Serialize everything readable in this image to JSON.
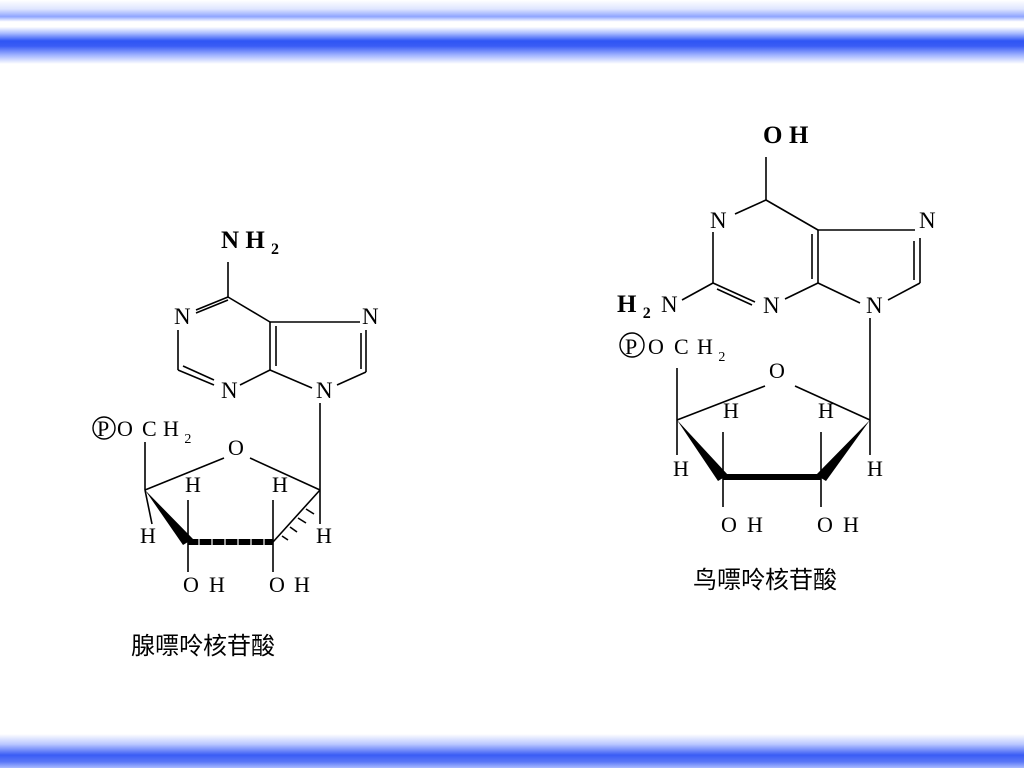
{
  "adenylate": {
    "caption": "腺嘌呤核苷酸",
    "substituent": {
      "N": "N",
      "H": "H",
      "sub": "2"
    },
    "atoms": {
      "n1": "N",
      "n3": "N",
      "n7": "N",
      "n9": "N",
      "o_ring": "O"
    },
    "phosphate": {
      "P": "P",
      "O": "O",
      "C": "C",
      "H": "H",
      "sub": "2"
    },
    "ring_h": {
      "h1": "H",
      "h2": "H",
      "h3": "H",
      "h4": "H"
    },
    "hydroxyls": {
      "oh1_o": "O",
      "oh1_h": "H",
      "oh2_o": "O",
      "oh2_h": "H"
    }
  },
  "guanylate": {
    "caption": "鸟嘌呤核苷酸",
    "top_substituent": {
      "O": "O",
      "H": "H"
    },
    "amino": {
      "H": "H",
      "sub": "2",
      "N": "N"
    },
    "atoms": {
      "n1": "N",
      "n3": "N",
      "n7": "N",
      "n9": "N",
      "o_ring": "O"
    },
    "phosphate": {
      "P": "P",
      "O": "O",
      "C": "C",
      "H": "H",
      "sub": "2"
    },
    "ring_h": {
      "h1": "H",
      "h2": "H",
      "h3": "H",
      "h4": "H"
    },
    "hydroxyls": {
      "oh1_o": "O",
      "oh1_h": "H",
      "oh2_o": "O",
      "oh2_h": "H"
    }
  }
}
